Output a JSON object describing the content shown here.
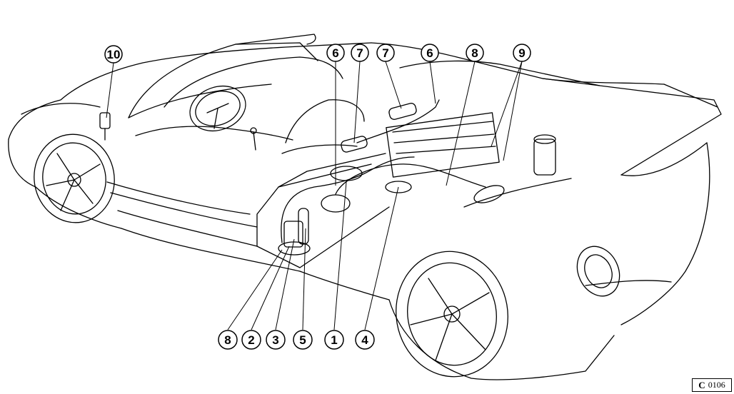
{
  "figure_ref": {
    "prefix": "C",
    "code": "0106"
  },
  "callouts_top": [
    {
      "id": "callout-10",
      "label": "10"
    },
    {
      "id": "callout-6a",
      "label": "6"
    },
    {
      "id": "callout-7a",
      "label": "7"
    },
    {
      "id": "callout-7b",
      "label": "7"
    },
    {
      "id": "callout-6b",
      "label": "6"
    },
    {
      "id": "callout-8a",
      "label": "8"
    },
    {
      "id": "callout-9",
      "label": "9"
    }
  ],
  "callouts_bottom": [
    {
      "id": "callout-8b",
      "label": "8"
    },
    {
      "id": "callout-2",
      "label": "2"
    },
    {
      "id": "callout-3",
      "label": "3"
    },
    {
      "id": "callout-5",
      "label": "5"
    },
    {
      "id": "callout-1",
      "label": "1"
    },
    {
      "id": "callout-4",
      "label": "4"
    }
  ]
}
